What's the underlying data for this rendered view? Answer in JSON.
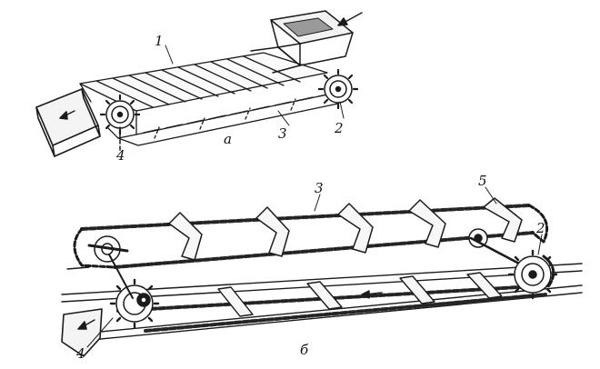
{
  "figure": {
    "subfigures": [
      {
        "panel_label": "а",
        "callouts": [
          "1",
          "2",
          "3",
          "4"
        ]
      },
      {
        "panel_label": "б",
        "callouts": [
          "3",
          "5",
          "2",
          "4"
        ]
      }
    ]
  },
  "colors": {
    "ink": "#1b1b1b",
    "background": "#ffffff"
  }
}
